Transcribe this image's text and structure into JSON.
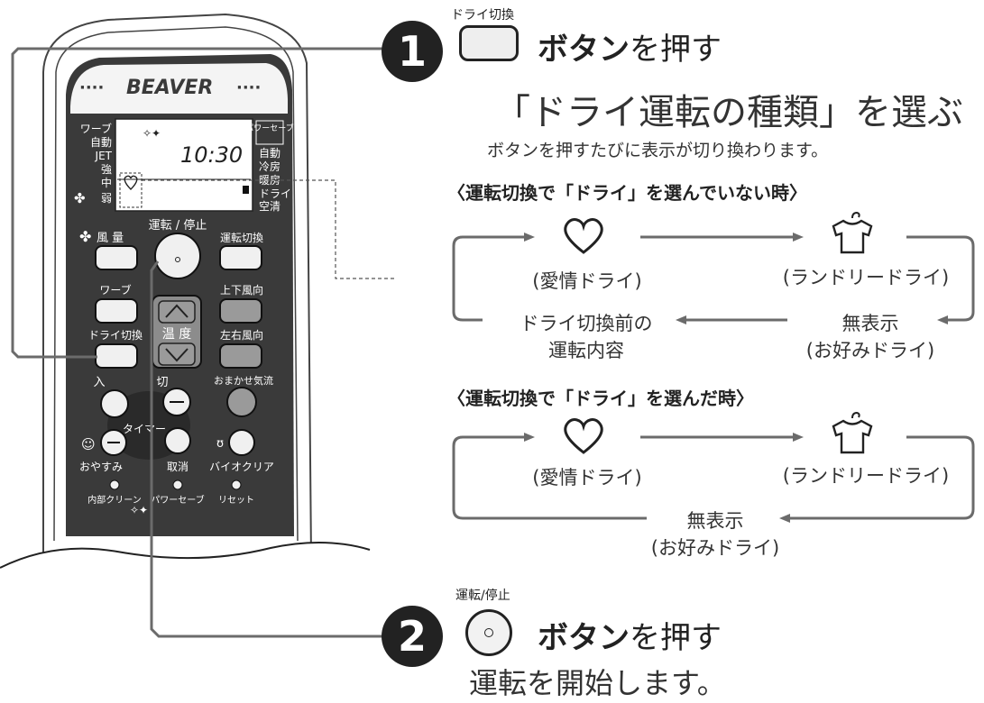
{
  "remote": {
    "brand": "BEAVER",
    "left_modes": [
      "ワーブ",
      "自動",
      "JET",
      "強",
      "中",
      "弱"
    ],
    "time": "10:30",
    "right_badge": "パワーセーブ",
    "right_modes": [
      "自動",
      "冷房",
      "暖房",
      "ドライ",
      "空清"
    ],
    "btn_fan": "風 量",
    "btn_run_stop": "運転 / 停止",
    "btn_mode": "運転切換",
    "btn_wave": "ワーブ",
    "btn_updown": "上下風向",
    "btn_dry": "ドライ切換",
    "btn_temp": "温 度",
    "btn_leftright": "左右風向",
    "btn_omakase": "おまかせ気流",
    "btn_on": "入",
    "btn_off": "切",
    "btn_timer": "タイマー",
    "btn_sleep": "おやすみ",
    "btn_cancel": "取消",
    "btn_bioclear": "バイオクリア",
    "btn_clean": "内部クリーン",
    "btn_powersave": "パワーセーブ",
    "btn_reset": "リセット"
  },
  "step1": {
    "number": "1",
    "caption": "ドライ切換",
    "action_bold": "ボタン",
    "action_rest": "を押す",
    "subtitle": "「ドライ運転の種類」を選ぶ",
    "note": "ボタンを押すたびに表示が切り換わります。"
  },
  "flow1": {
    "heading": "〈運転切換で「ドライ」を選んでいない時〉",
    "item1": "(愛情ドライ)",
    "item2": "(ランドリードライ)",
    "item3_line1": "無表示",
    "item3_line2": "(お好みドライ)",
    "item4_line1": "ドライ切換前の",
    "item4_line2": "運転内容"
  },
  "flow2": {
    "heading": "〈運転切換で「ドライ」を選んだ時〉",
    "item1": "(愛情ドライ)",
    "item2": "(ランドリードライ)",
    "item3_line1": "無表示",
    "item3_line2": "(お好みドライ)"
  },
  "step2": {
    "number": "2",
    "caption": "運転/停止",
    "action_bold": "ボタン",
    "action_rest": "を押す",
    "subtitle": "運転を開始します。"
  },
  "colors": {
    "dark": "#222222",
    "line": "#6b6b6b",
    "gray_button": "#9a9a9a",
    "display_bg": "#ffffff",
    "remote_face": "#f2f2f2",
    "remote_body": "#3a3a3a"
  }
}
